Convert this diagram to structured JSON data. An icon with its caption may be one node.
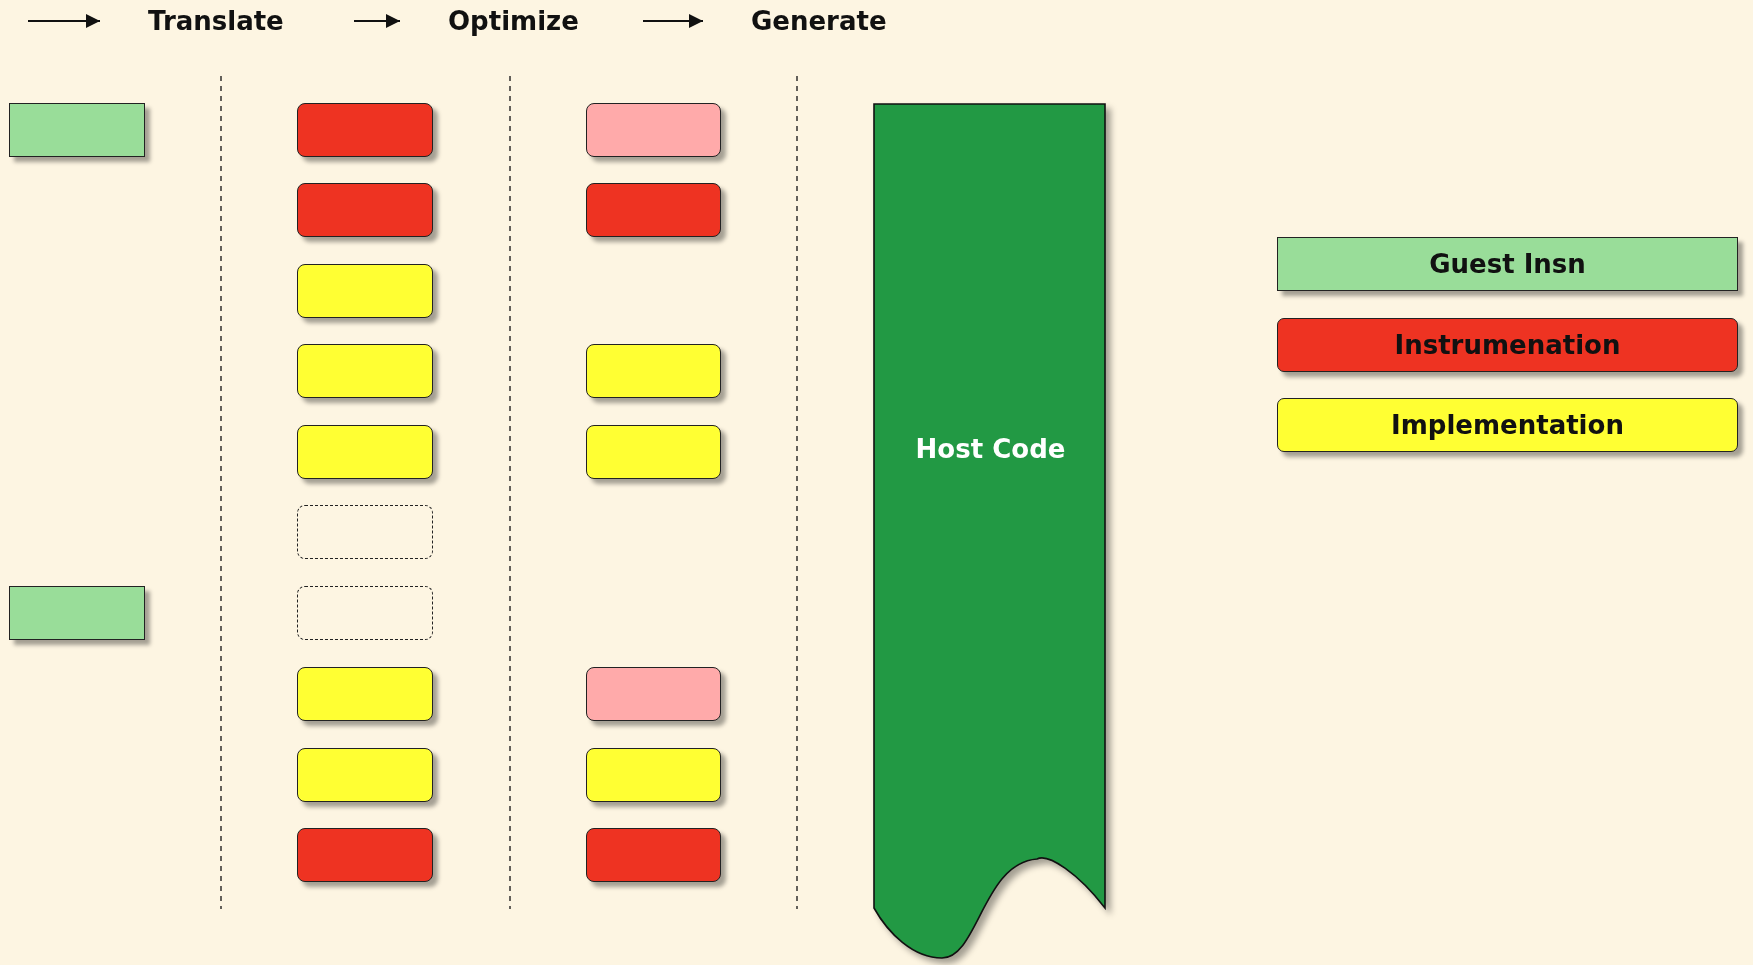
{
  "diagram": {
    "nodes": [
      {
        "text": [
          "Translate"
        ]
      },
      {
        "text": [
          "Optimize"
        ]
      },
      {
        "text": [
          "Generate"
        ]
      },
      {
        "text": [],
        "shape": "box"
      },
      {
        "text": [],
        "shape": "box"
      },
      {
        "text": [],
        "shape": "rounded"
      },
      {
        "text": [],
        "shape": "rounded"
      },
      {
        "text": [],
        "shape": "rounded"
      },
      {
        "text": [],
        "shape": "rounded"
      },
      {
        "text": [],
        "shape": "rounded"
      },
      {
        "text": [],
        "shape": "rounded"
      },
      {
        "text": [],
        "shape": "rounded"
      },
      {
        "text": [],
        "shape": "rounded"
      },
      {
        "text": [],
        "shape": "rounded"
      },
      {
        "text": [],
        "shape": "rounded"
      },
      {
        "text": [],
        "shape": "rounded"
      },
      {
        "text": [],
        "shape": "rounded"
      },
      {
        "text": [],
        "shape": "rounded"
      },
      {
        "text": [],
        "shape": "rounded"
      },
      {
        "text": [],
        "shape": "rounded"
      },
      {
        "text": [],
        "shape": "rounded"
      },
      {
        "text": [],
        "shape": "rounded"
      },
      {
        "text": [
          "Host Code"
        ]
      }
    ],
    "edges": [
      {
        "from": null,
        "to": 0,
        "arrow": "to"
      },
      {
        "from": null,
        "to": 1,
        "arrow": "to"
      },
      {
        "from": null,
        "to": 2,
        "arrow": "to"
      }
    ],
    "legend": [
      {
        "text": "Guest Insn",
        "color": "#99dd99"
      },
      {
        "text": "Instrumenation",
        "color": "#ee3322"
      },
      {
        "text": "Implementation",
        "color": "#ffff33"
      }
    ]
  }
}
